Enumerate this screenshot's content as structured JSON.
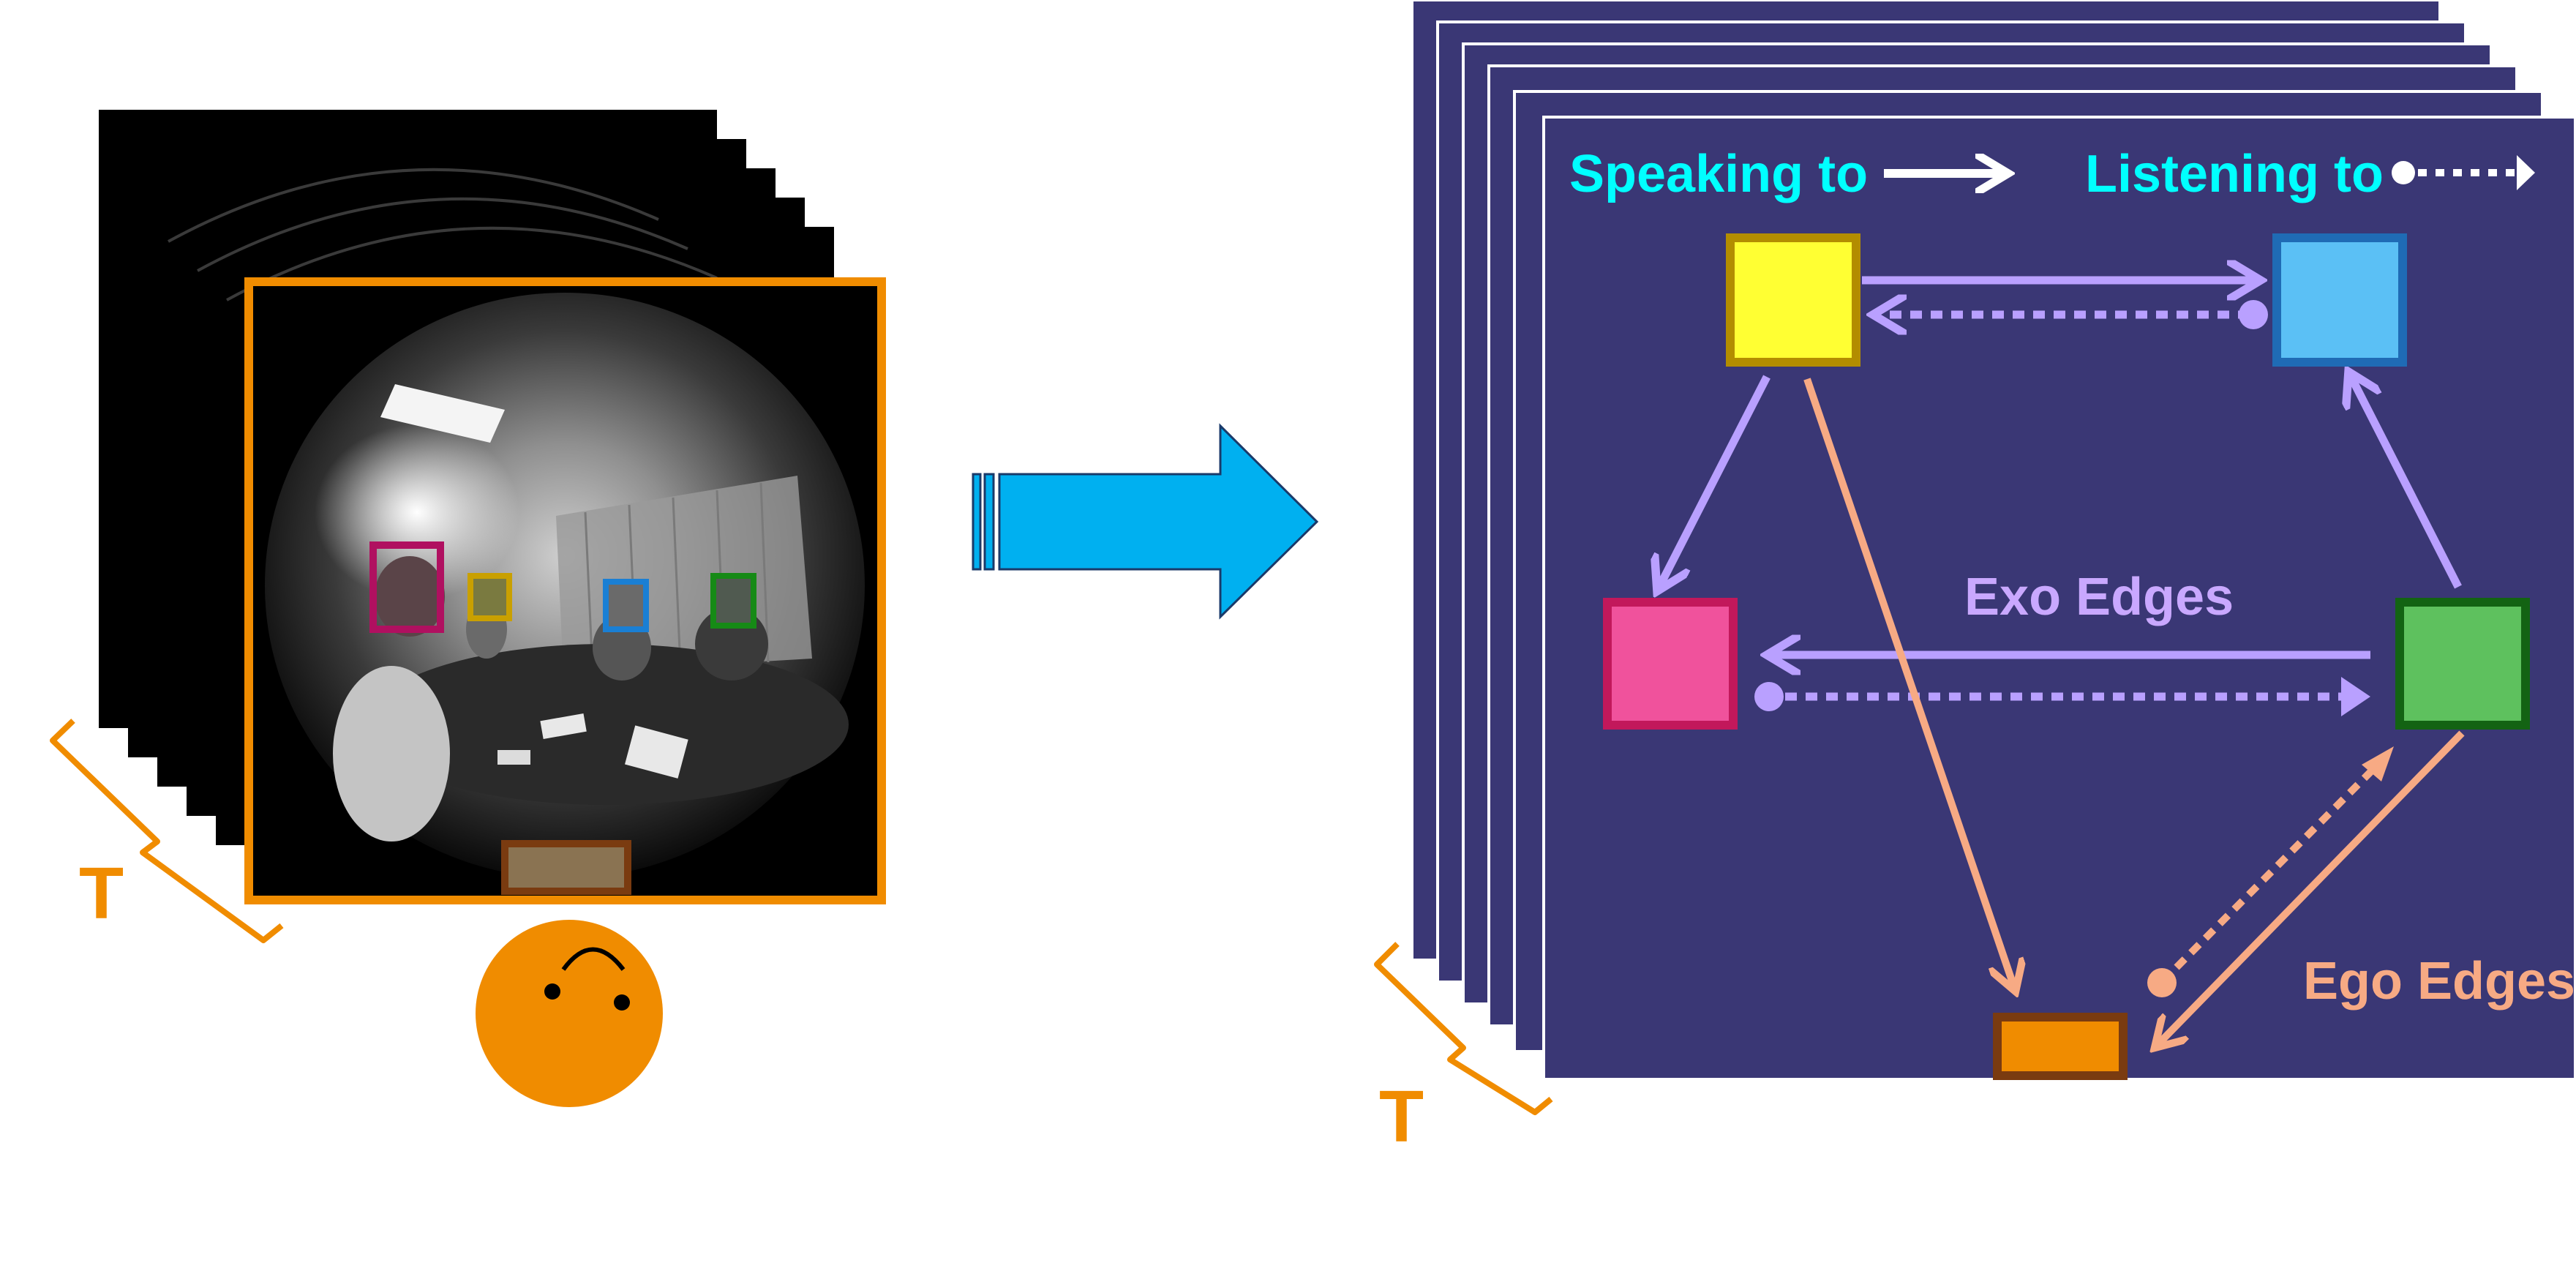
{
  "legend": {
    "speaking_to": "Speaking to",
    "listening_to": "Listening to"
  },
  "labels": {
    "exo_edges": "Exo Edges",
    "ego_edges": "Ego Edges",
    "time_left": "T",
    "time_right": "T"
  },
  "colors": {
    "background": "#ffffff",
    "graph_panel": "#3a3775",
    "graph_panel_edge": "#ffffff",
    "frame_highlight": "#f08c00",
    "ego_face": "#f08c00",
    "flow_arrow": "#00b0f0",
    "exo_edge": "#b9a0ff",
    "ego_edge": "#f7aa84",
    "legend_text": "#00ffff",
    "exo_label": "#c9a8ff",
    "ego_label": "#f7aa84",
    "node_yellow": "#ffff33",
    "node_yellow_border": "#b38d00",
    "node_blue": "#5bc0f5",
    "node_blue_border": "#1f6bb5",
    "node_pink": "#f0529c",
    "node_pink_border": "#c2185b",
    "node_green": "#5ec15e",
    "node_green_border": "#136313",
    "node_ego": "#f08c00",
    "node_ego_border": "#7a3b10",
    "bbox_pink": "#b01060",
    "bbox_yellow": "#c9a000",
    "bbox_blue": "#1a7fd4",
    "bbox_green": "#168a16",
    "bbox_ego": "#7a3b10"
  }
}
